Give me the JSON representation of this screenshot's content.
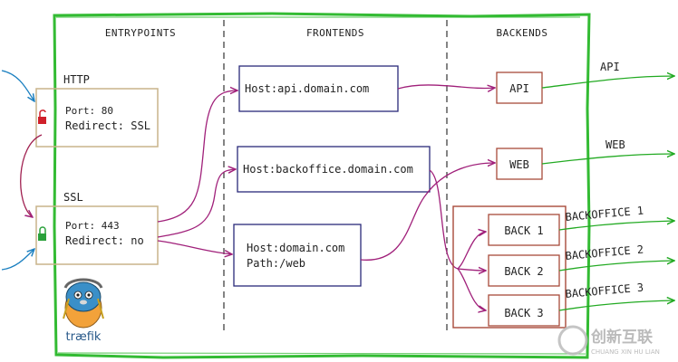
{
  "columns": {
    "entrypoints": "ENTRYPOINTS",
    "frontends": "FRONTENDS",
    "backends": "BACKENDS"
  },
  "entrypoints": {
    "http": {
      "title": "HTTP",
      "port": "Port: 80",
      "redirect": "Redirect: SSL"
    },
    "ssl": {
      "title": "SSL",
      "port": "Port: 443",
      "redirect": "Redirect: no"
    }
  },
  "frontends": {
    "api": "Host:api.domain.com",
    "backoffice": "Host:backoffice.domain.com",
    "domain_host": "Host:domain.com",
    "domain_path": "Path:/web"
  },
  "backends": {
    "api": "API",
    "web": "WEB",
    "back1": "BACK 1",
    "back2": "BACK 2",
    "back3": "BACK 3"
  },
  "outputs": {
    "api": "API",
    "web": "WEB",
    "backoffice1": "BACKOFFICE 1",
    "backoffice2": "BACKOFFICE 2",
    "backoffice3": "BACKOFFICE 3"
  },
  "logo": {
    "text": "træfik"
  },
  "watermark": {
    "cn": "创新互联",
    "en": "CHUANG XIN HU LIAN"
  },
  "colors": {
    "frame_green": "#33bb33",
    "arrow_green": "#22aa22",
    "arrow_purple": "#a0207a",
    "arrow_blue": "#1a7fc0",
    "entry_box": "#c8b48a",
    "frontend_box": "#2a2a7a",
    "backend_box": "#a84a3a",
    "lock_red": "#d0202a",
    "lock_green": "#2aa03a"
  }
}
